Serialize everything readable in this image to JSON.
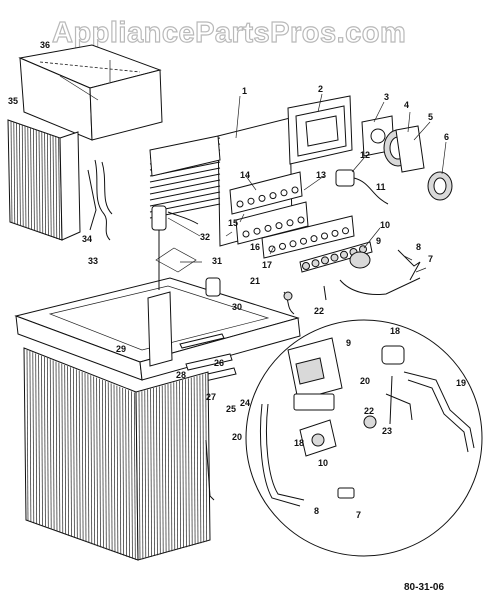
{
  "watermark": "AppliancePartsPros.com",
  "diagram_code": "80-31-06",
  "callouts": {
    "c1": "1",
    "c2": "2",
    "c3": "3",
    "c4": "4",
    "c5": "5",
    "c6": "6",
    "c7": "7",
    "c8": "8",
    "c9": "9",
    "c10": "10",
    "c11": "11",
    "c12": "12",
    "c13": "13",
    "c14": "14",
    "c15": "15",
    "c16": "16",
    "c17": "17",
    "c18": "18",
    "c19": "19",
    "c20": "20",
    "c21": "21",
    "c22": "22",
    "c23": "23",
    "c24": "24",
    "c25": "25",
    "c26": "26",
    "c27": "27",
    "c28": "28",
    "c29": "29",
    "c30": "30",
    "c31": "31",
    "c32": "32",
    "c33": "33",
    "c34": "34",
    "c35": "35",
    "c36": "36"
  }
}
